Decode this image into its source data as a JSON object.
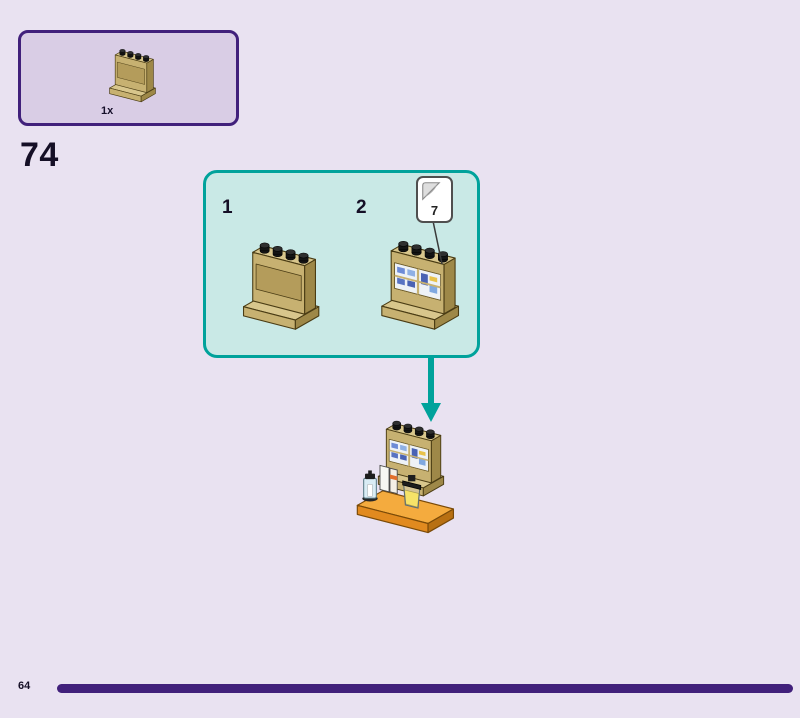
{
  "page": {
    "step_number": "74",
    "page_number": "64"
  },
  "parts_callout": {
    "items": [
      {
        "quantity": "1x"
      }
    ]
  },
  "instruction_panel": {
    "substeps": [
      {
        "label": "1"
      },
      {
        "label": "2"
      }
    ],
    "sticker_badge": {
      "sheet_number": "7"
    }
  },
  "colors": {
    "background": "#e9e2f1",
    "purple": "#41207b",
    "teal_border": "#00a29b",
    "teal_fill": "#c9e9e6",
    "brick_tan": "#c7b171",
    "brick_tan_dark": "#9e8848",
    "base_orange": "#f2a43c"
  }
}
